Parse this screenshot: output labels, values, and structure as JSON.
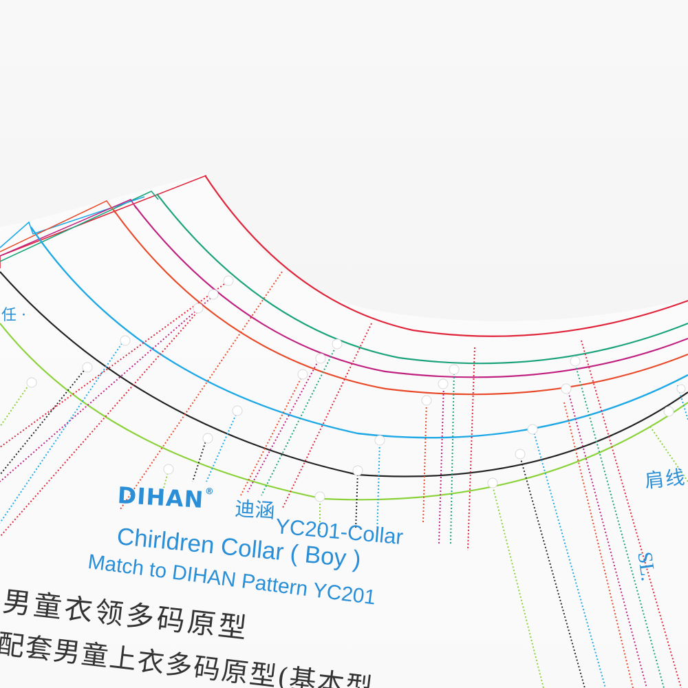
{
  "product": {
    "brand": "DIHAN",
    "registered_mark": "®",
    "brand_chinese": "迪涵",
    "model": "YC201-Collar",
    "title_line": "Chirldren Collar ( Boy )",
    "match_line": "Match to DIHAN Pattern  YC201",
    "chinese_line_1": "男童衣领多码原型",
    "chinese_line_2": "配套男童上衣多码原型(基本型",
    "side_label_chinese": "肩线",
    "side_label_english": "SL."
  },
  "colors": {
    "print_blue": "#2a8fd6",
    "curve_red": "#e0243a",
    "curve_green": "#1aa37a",
    "curve_magenta": "#c0207f",
    "curve_orange_red": "#e84a2a",
    "curve_cyan": "#1ea8e6",
    "curve_black": "#222222",
    "curve_lime": "#8bd23a",
    "background": "#f6f6f6"
  }
}
